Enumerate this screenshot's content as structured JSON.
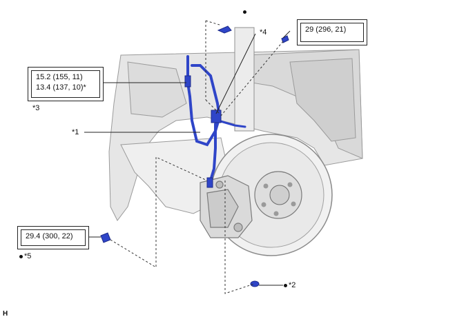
{
  "torque_specs": {
    "upper_right": "29 (296, 21)",
    "upper_left_line1": "15.2 (155, 11)",
    "upper_left_line2": "13.4 (137, 10)*",
    "lower_left": "29.4 (300, 22)"
  },
  "callouts": {
    "c1": "*1",
    "c2": "*2",
    "c3": "*3",
    "c4": "*4",
    "c5": "*5"
  },
  "corner_mark": "H",
  "colors": {
    "hose": "#2f45c8",
    "hose_dark": "#1c2a8a",
    "line": "#222222",
    "shade": "#e3e3e3"
  }
}
